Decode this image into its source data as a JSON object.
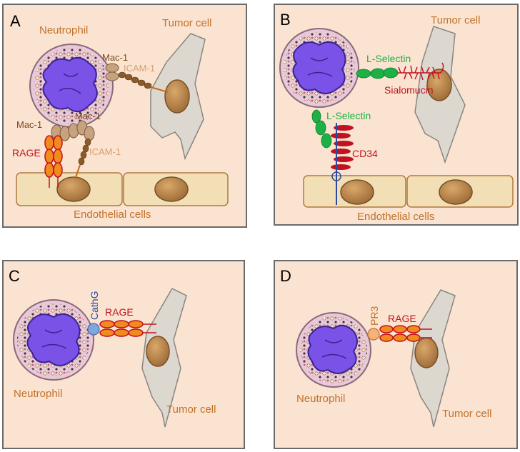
{
  "panels": {
    "A": {
      "letter": "A",
      "neutrophil": "Neutrophil",
      "tumor_cell": "Tumor cell",
      "mac1_top": "Mac-1",
      "icam1_top": "ICAM-1",
      "mac1_left": "Mac-1",
      "mac1_right": "Mac-1",
      "rage": "RAGE",
      "icam1_bottom": "ICAM-1",
      "endothelial": "Endothelial cells"
    },
    "B": {
      "letter": "B",
      "tumor_cell": "Tumor cell",
      "lselectin_top": "L-Selectin",
      "sialomucin": "Sialomucin",
      "lselectin_mid": "L-Selectin",
      "cd34": "CD34",
      "endothelial": "Endothelial cells"
    },
    "C": {
      "letter": "C",
      "cathg": "CathG",
      "rage": "RAGE",
      "neutrophil": "Neutrophil",
      "tumor_cell": "Tumor cell"
    },
    "D": {
      "letter": "D",
      "pr3": "PR3",
      "rage": "RAGE",
      "neutrophil": "Neutrophil",
      "tumor_cell": "Tumor cell"
    }
  },
  "colors": {
    "panel_bg": "#fbe3d1",
    "label_orange": "#c0722a",
    "mac1": "#c7a27f",
    "icam1": "#8a5a2b",
    "rage": "#f28a1e",
    "rage_edge": "#c1121f",
    "lselectin": "#1db045",
    "cd34": "#c1121f",
    "cathg": "#7fa6dd",
    "nucleus": "#7b52e8",
    "tumor": "#ddd8cf",
    "tumor_nucleus": "#b88850"
  }
}
